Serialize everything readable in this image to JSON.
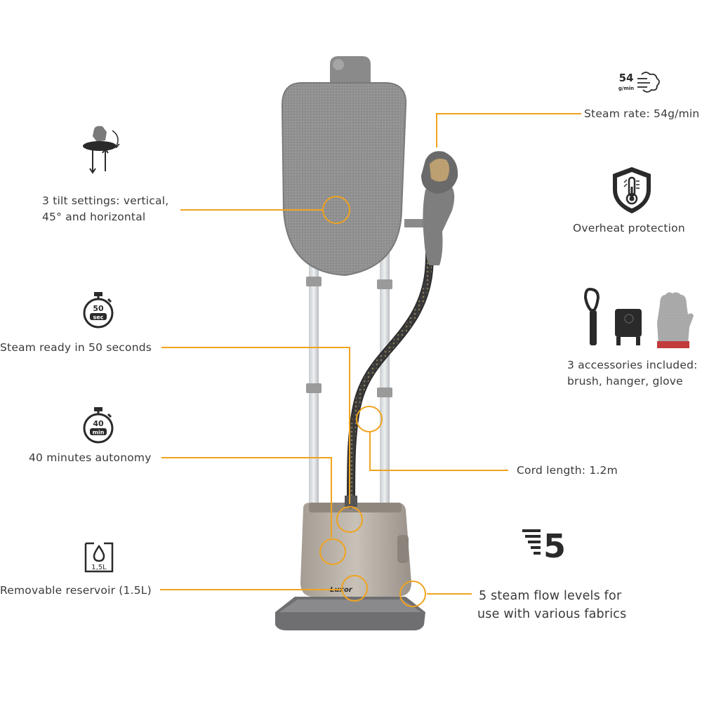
{
  "features": {
    "tilt": {
      "line1": "3 tilt settings: vertical,",
      "line2": "45° and horizontal"
    },
    "steam_ready": {
      "label": "Steam ready in 50 seconds",
      "icon_value": "50",
      "icon_unit": "sec"
    },
    "autonomy": {
      "label": "40 minutes autonomy",
      "icon_value": "40",
      "icon_unit": "min"
    },
    "reservoir": {
      "label": "Removable reservoir (1.5L)",
      "icon_value": "1,5L"
    },
    "steam_rate": {
      "label": "Steam rate: 54g/min",
      "icon_value": "54",
      "icon_unit": "g/min"
    },
    "overheat": {
      "label": "Overheat protection"
    },
    "accessories": {
      "line1": "3 accessories included:",
      "line2": "brush, hanger, glove"
    },
    "cord": {
      "label": "Cord length: 1.2m"
    },
    "steam_levels": {
      "line1": "5 steam flow levels for",
      "line2": "use with various fabrics",
      "icon_value": "5"
    }
  },
  "product": {
    "brand": "Luxor"
  },
  "colors": {
    "callout": "#f0a31e",
    "text": "#3a3a3a",
    "body": "#9a9a9a",
    "base": "#b4aca2"
  },
  "icons": [
    "tilt-icon",
    "stopwatch-icon",
    "reservoir-icon",
    "steam-rate-icon",
    "shield-thermometer-icon",
    "accessories-icon",
    "steam-levels-icon"
  ]
}
